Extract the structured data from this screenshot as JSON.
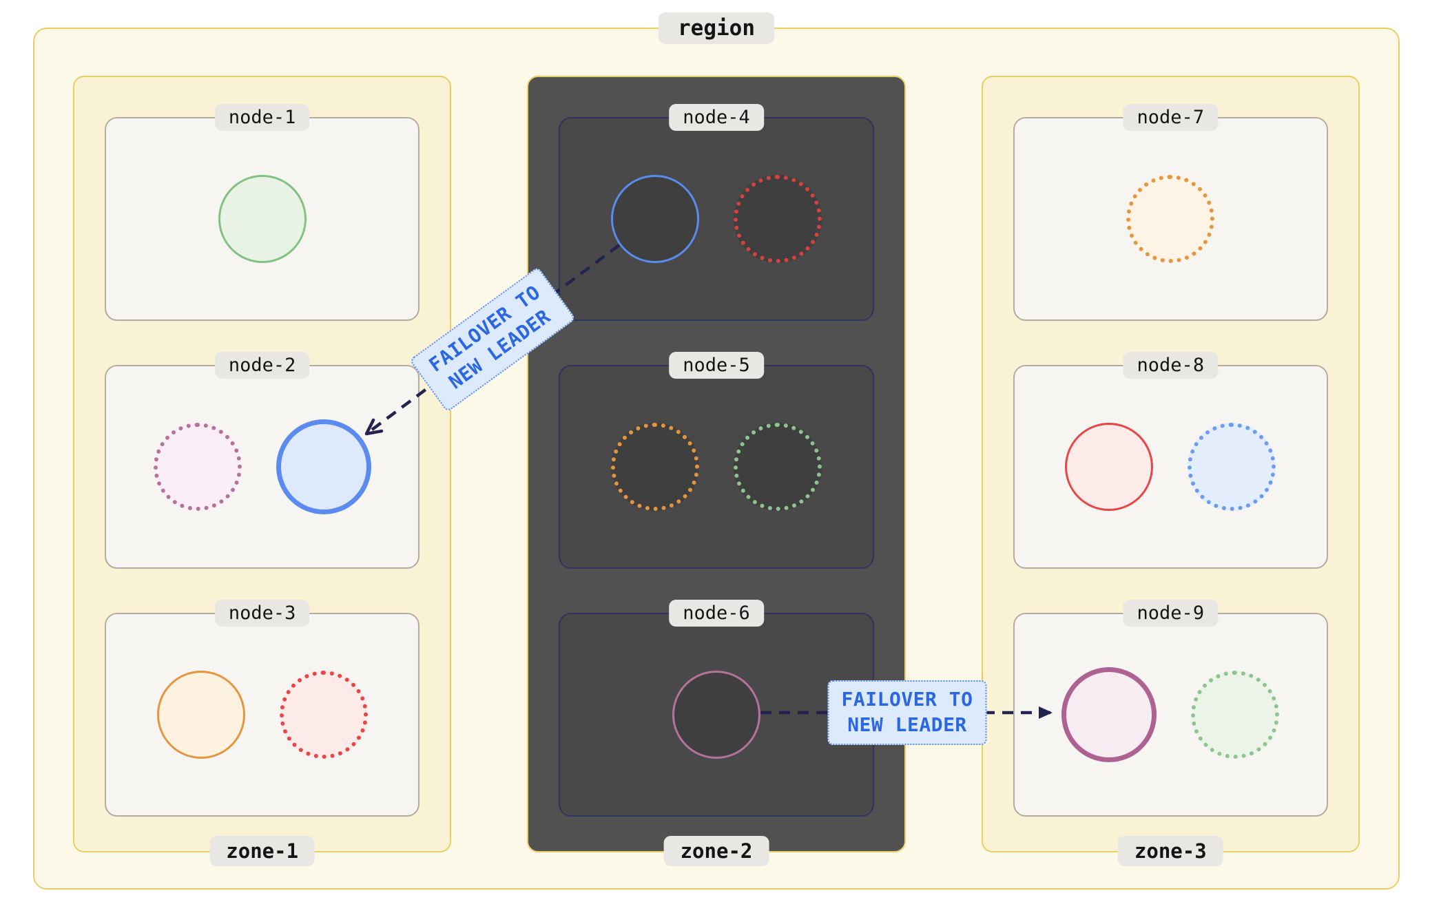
{
  "region": {
    "label": "region",
    "zones": [
      {
        "label": "zone-1",
        "status": "healthy",
        "nodes": [
          {
            "label": "node-1",
            "replicas": [
              {
                "color": "#82c182",
                "fill": "#e9f3e5",
                "style": "solid"
              }
            ]
          },
          {
            "label": "node-2",
            "replicas": [
              {
                "color": "#b5739c",
                "fill": "#f9eef5",
                "style": "dotted"
              },
              {
                "color": "#5b8bef",
                "fill": "#dfe9fc",
                "style": "leader",
                "leader": true
              }
            ]
          },
          {
            "label": "node-3",
            "replicas": [
              {
                "color": "#e6953f",
                "fill": "#fdf1e0",
                "style": "solid"
              },
              {
                "color": "#e84545",
                "fill": "#fcebe9",
                "style": "dotted"
              }
            ]
          }
        ]
      },
      {
        "label": "zone-2",
        "status": "failed",
        "nodes": [
          {
            "label": "node-4",
            "replicas": [
              {
                "color": "#5b8bef",
                "fill": "#3f3f3f",
                "style": "solid"
              },
              {
                "color": "#d94040",
                "fill": "#3f3f3f",
                "style": "dotted"
              }
            ]
          },
          {
            "label": "node-5",
            "replicas": [
              {
                "color": "#e6953f",
                "fill": "#3f3f3f",
                "style": "dotted"
              },
              {
                "color": "#8fc48f",
                "fill": "#3f3f3f",
                "style": "dotted"
              }
            ]
          },
          {
            "label": "node-6",
            "replicas": [
              {
                "color": "#b5739c",
                "fill": "#3f3f3f",
                "style": "solid"
              }
            ]
          }
        ]
      },
      {
        "label": "zone-3",
        "status": "healthy",
        "nodes": [
          {
            "label": "node-7",
            "replicas": [
              {
                "color": "#e6953f",
                "fill": "#fdf4e6",
                "style": "dotted"
              }
            ]
          },
          {
            "label": "node-8",
            "replicas": [
              {
                "color": "#e84545",
                "fill": "#fcebe9",
                "style": "solid"
              },
              {
                "color": "#6b9def",
                "fill": "#e4edfc",
                "style": "dotted"
              }
            ]
          },
          {
            "label": "node-9",
            "replicas": [
              {
                "color": "#ad6292",
                "fill": "#f6ecf2",
                "style": "leader",
                "leader": true
              },
              {
                "color": "#8fc48f",
                "fill": "#ecf4e9",
                "style": "dotted"
              }
            ]
          }
        ]
      }
    ]
  },
  "arrows": [
    {
      "from": "node-4",
      "to": "node-2",
      "label_line1": "FAILOVER TO",
      "label_line2": "NEW LEADER"
    },
    {
      "from": "node-6",
      "to": "node-9",
      "label_line1": "FAILOVER TO",
      "label_line2": "NEW LEADER"
    }
  ],
  "theme": {
    "region_bg": "#fdf9e9",
    "region_border": "#e9cf63",
    "zone_bg": "#faf2d5",
    "failed_zone_bg": "#515151",
    "node_bg": "#f7f5f2",
    "node_border": "#b3aaa2",
    "failed_node_bg": "#494949",
    "failed_node_border": "#32325e",
    "chip_bg": "#e9e7e4",
    "arrow_color": "#23234f",
    "annotation_text": "#2b66e3",
    "annotation_bg": "#dceafb"
  }
}
